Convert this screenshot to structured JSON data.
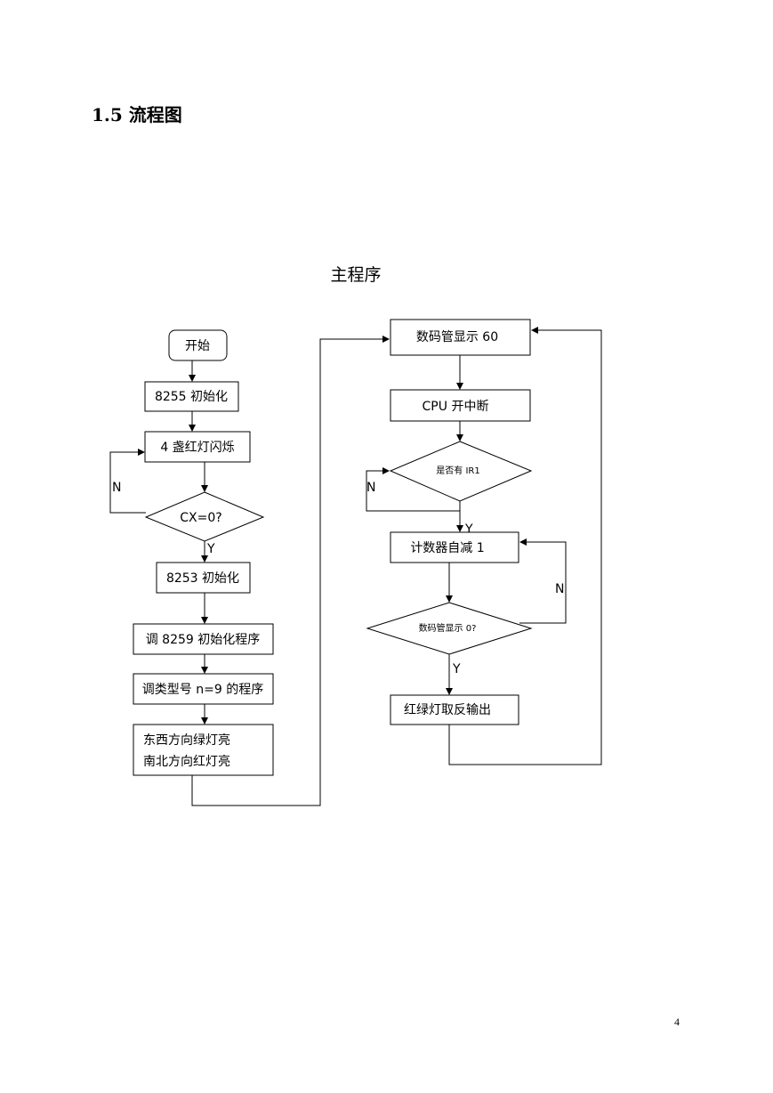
{
  "heading": "1.5 流程图",
  "page_number": "4",
  "diagram": {
    "title": "主程序",
    "left": {
      "start": "开始",
      "init8255": "8255 初始化",
      "flash": "4 盏红灯闪烁",
      "cx": "CX=0?",
      "init8253": "8253 初始化",
      "call8259": "调 8259 初始化程序",
      "calltype": "调类型号 n=9 的程序",
      "dir1": "东西方向绿灯亮",
      "dir2": "南北方向红灯亮",
      "n_label": "N",
      "y_label": "Y"
    },
    "right": {
      "display60": "数码管显示 60",
      "cpu": "CPU 开中断",
      "ir1": "是否有 IR1",
      "counter": "计数器自减 1",
      "display0": "数码管显示 0?",
      "toggle": "红绿灯取反输出",
      "n_label_ir1": "N",
      "y_label_ir1": "Y",
      "n_label_zero": "N",
      "y_label_zero": "Y"
    }
  }
}
